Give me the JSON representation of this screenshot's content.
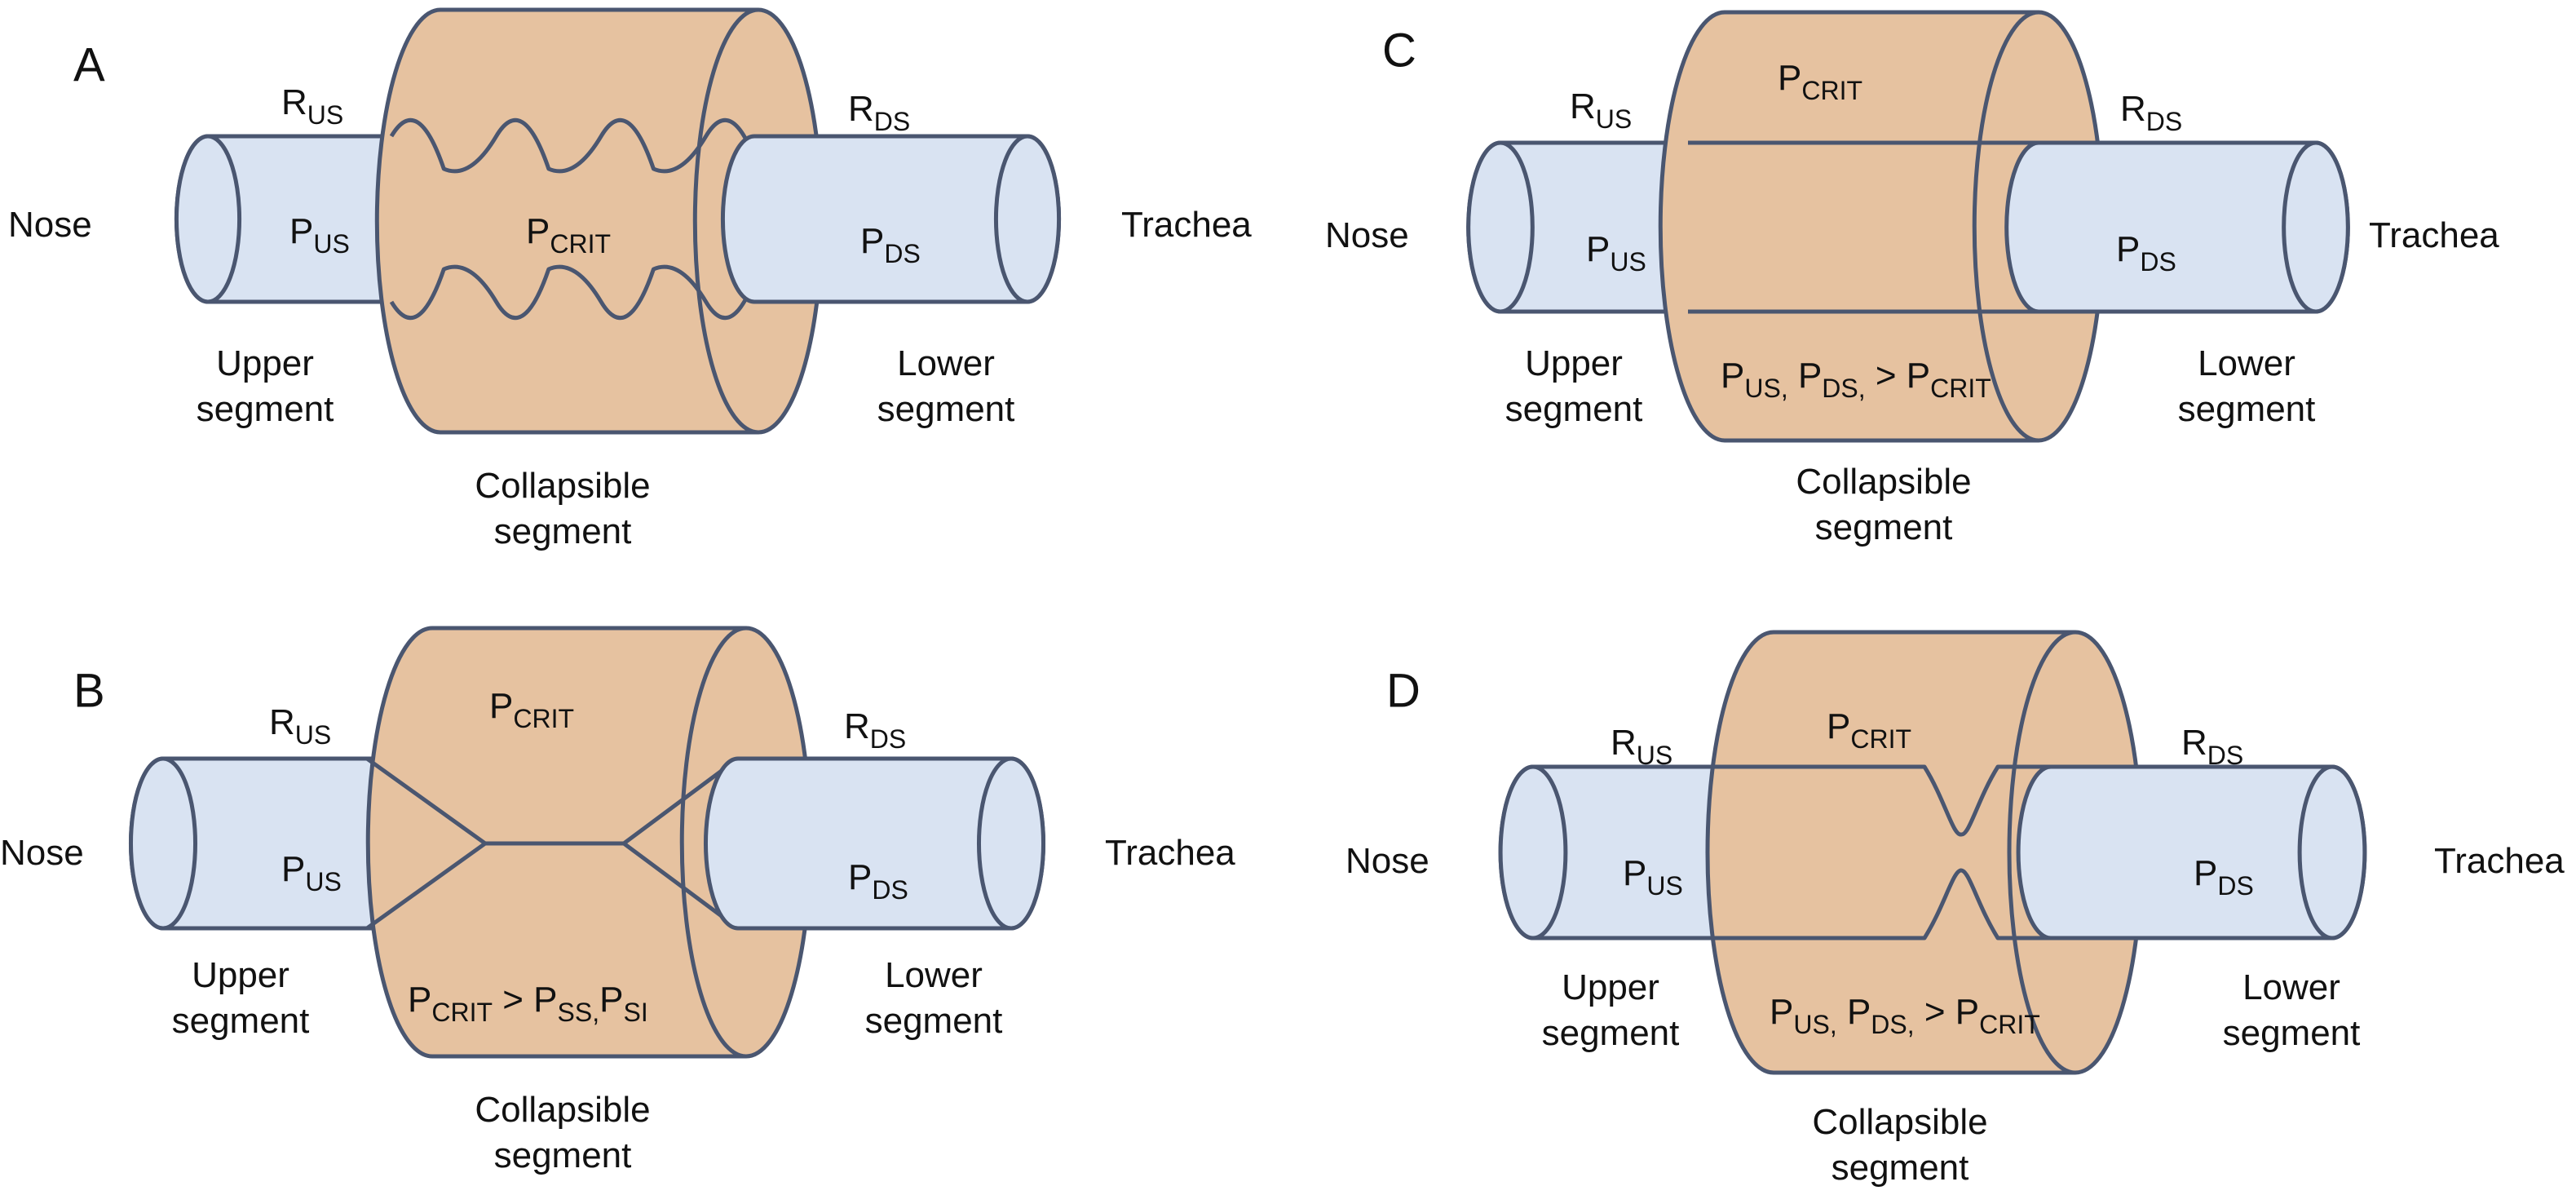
{
  "colors": {
    "collapsible_fill": "#e6c2a0",
    "tube_fill": "#d9e3f2",
    "outline": "#4a5670",
    "text": "#111111"
  },
  "panels": [
    {
      "id": "A",
      "letter": "A",
      "state": "wavy flutter walls",
      "labels": {
        "nose": "Nose",
        "trachea": "Trachea",
        "r_us": {
          "base": "R",
          "sub": "US"
        },
        "r_ds": {
          "base": "R",
          "sub": "DS"
        },
        "p_us": {
          "base": "P",
          "sub": "US"
        },
        "p_ds": {
          "base": "P",
          "sub": "DS"
        },
        "p_crit": {
          "base": "P",
          "sub": "CRIT"
        },
        "upper_segment": [
          "Upper",
          "segment"
        ],
        "lower_segment": [
          "Lower",
          "segment"
        ],
        "collapsible_segment": [
          "Collapsible",
          "segment"
        ]
      }
    },
    {
      "id": "B",
      "letter": "B",
      "state": "fully collapsed",
      "labels": {
        "nose": "Nose",
        "trachea": "Trachea",
        "r_us": {
          "base": "R",
          "sub": "US"
        },
        "r_ds": {
          "base": "R",
          "sub": "DS"
        },
        "p_us": {
          "base": "P",
          "sub": "US"
        },
        "p_ds": {
          "base": "P",
          "sub": "DS"
        },
        "p_crit": {
          "base": "P",
          "sub": "CRIT"
        },
        "condition": [
          {
            "base": "P",
            "sub": "CRIT"
          },
          {
            "text": " > "
          },
          {
            "base": "P",
            "sub": "SS,"
          },
          {
            "base": "P",
            "sub": "SI"
          }
        ],
        "upper_segment": [
          "Upper",
          "segment"
        ],
        "lower_segment": [
          "Lower",
          "segment"
        ],
        "collapsible_segment": [
          "Collapsible",
          "segment"
        ]
      }
    },
    {
      "id": "C",
      "letter": "C",
      "state": "open",
      "labels": {
        "nose": "Nose",
        "trachea": "Trachea",
        "r_us": {
          "base": "R",
          "sub": "US"
        },
        "r_ds": {
          "base": "R",
          "sub": "DS"
        },
        "p_us": {
          "base": "P",
          "sub": "US"
        },
        "p_ds": {
          "base": "P",
          "sub": "DS"
        },
        "p_crit": {
          "base": "P",
          "sub": "CRIT"
        },
        "condition": [
          {
            "base": "P",
            "sub": "US,"
          },
          {
            "text": " "
          },
          {
            "base": "P",
            "sub": "DS,"
          },
          {
            "text": " > "
          },
          {
            "base": "P",
            "sub": "CRIT"
          }
        ],
        "upper_segment": [
          "Upper",
          "segment"
        ],
        "lower_segment": [
          "Lower",
          "segment"
        ],
        "collapsible_segment": [
          "Collapsible",
          "segment"
        ]
      }
    },
    {
      "id": "D",
      "letter": "D",
      "state": "partially narrowed",
      "labels": {
        "nose": "Nose",
        "trachea": "Trachea",
        "r_us": {
          "base": "R",
          "sub": "US"
        },
        "r_ds": {
          "base": "R",
          "sub": "DS"
        },
        "p_us": {
          "base": "P",
          "sub": "US"
        },
        "p_ds": {
          "base": "P",
          "sub": "DS"
        },
        "p_crit": {
          "base": "P",
          "sub": "CRIT"
        },
        "condition": [
          {
            "base": "P",
            "sub": "US,"
          },
          {
            "text": " "
          },
          {
            "base": "P",
            "sub": "DS,"
          },
          {
            "text": " > "
          },
          {
            "base": "P",
            "sub": "CRIT"
          }
        ],
        "upper_segment": [
          "Upper",
          "segment"
        ],
        "lower_segment": [
          "Lower",
          "segment"
        ],
        "collapsible_segment": [
          "Collapsible",
          "segment"
        ]
      }
    }
  ]
}
